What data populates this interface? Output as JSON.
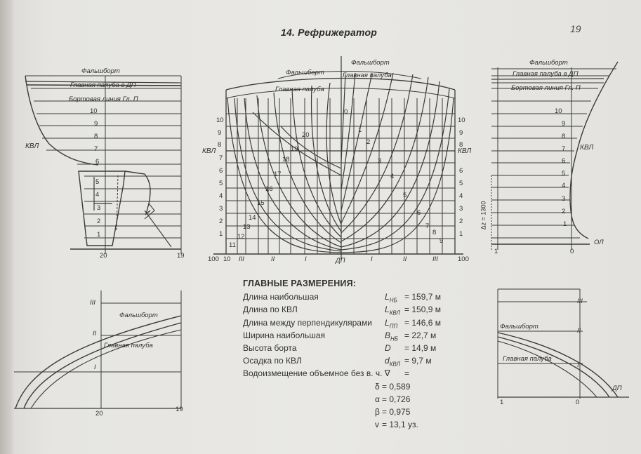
{
  "title": "14. Рефрижератор",
  "page_number": "19",
  "labels": {
    "falshbort": "Фальшборт",
    "main_deck": "Главная палуба",
    "main_deck_dp": "Главная палуба в ДП",
    "side_line": "Бортовая линия Гл. П",
    "kvl": "КВЛ",
    "dp": "ДП",
    "ol": "ОЛ",
    "dz": "Δz = 1300"
  },
  "waterlines": [
    "1",
    "2",
    "3",
    "4",
    "5",
    "6",
    "7",
    "8",
    "9",
    "10"
  ],
  "frames_aft": [
    "20",
    "19",
    "18",
    "17",
    "16",
    "15",
    "14",
    "13",
    "12",
    "11",
    "10"
  ],
  "frames_fwd": [
    "0",
    "1",
    "2",
    "3",
    "4",
    "5",
    "6",
    "7",
    "8",
    "9"
  ],
  "buttocks": [
    "I",
    "II",
    "III"
  ],
  "plan_marks": {
    "left_a": "20",
    "left_b": "19",
    "right_a": "1",
    "right_b": "0",
    "bottom_left_a": "20",
    "bottom_left_b": "19",
    "bottom_right_a": "1",
    "bottom_right_b": "0",
    "scale": "100",
    "dp_right": "ДП"
  },
  "dimensions": {
    "heading": "ГЛАВНЫЕ РАЗМЕРЕНИЯ:",
    "rows": [
      {
        "name": "Длина наибольшая",
        "symbol": "L",
        "sub": "НБ",
        "value": "= 159,7 м"
      },
      {
        "name": "Длина по КВЛ",
        "symbol": "L",
        "sub": "КВЛ",
        "value": "= 150,9 м"
      },
      {
        "name": "Длина между перпендикулярами",
        "symbol": "L",
        "sub": "ПП",
        "value": "= 146,6 м"
      },
      {
        "name": "Ширина наибольшая",
        "symbol": "B",
        "sub": "НБ",
        "value": "=  22,7 м"
      },
      {
        "name": "Высота борта",
        "symbol": "D",
        "sub": "",
        "value": "=  14,9 м"
      },
      {
        "name": "Осадка по КВЛ",
        "symbol": "d",
        "sub": "КВЛ",
        "value": "=   9,7 м"
      },
      {
        "name": "Водоизмещение объемное без в. ч. ∇",
        "symbol": "",
        "sub": "",
        "value": "="
      }
    ],
    "coefs": [
      {
        "symbol": "δ",
        "value": "= 0,589"
      },
      {
        "symbol": "α",
        "value": "= 0,726"
      },
      {
        "symbol": "β",
        "value": "= 0,975"
      },
      {
        "symbol": "v",
        "value": "= 13,1 уз."
      }
    ]
  }
}
